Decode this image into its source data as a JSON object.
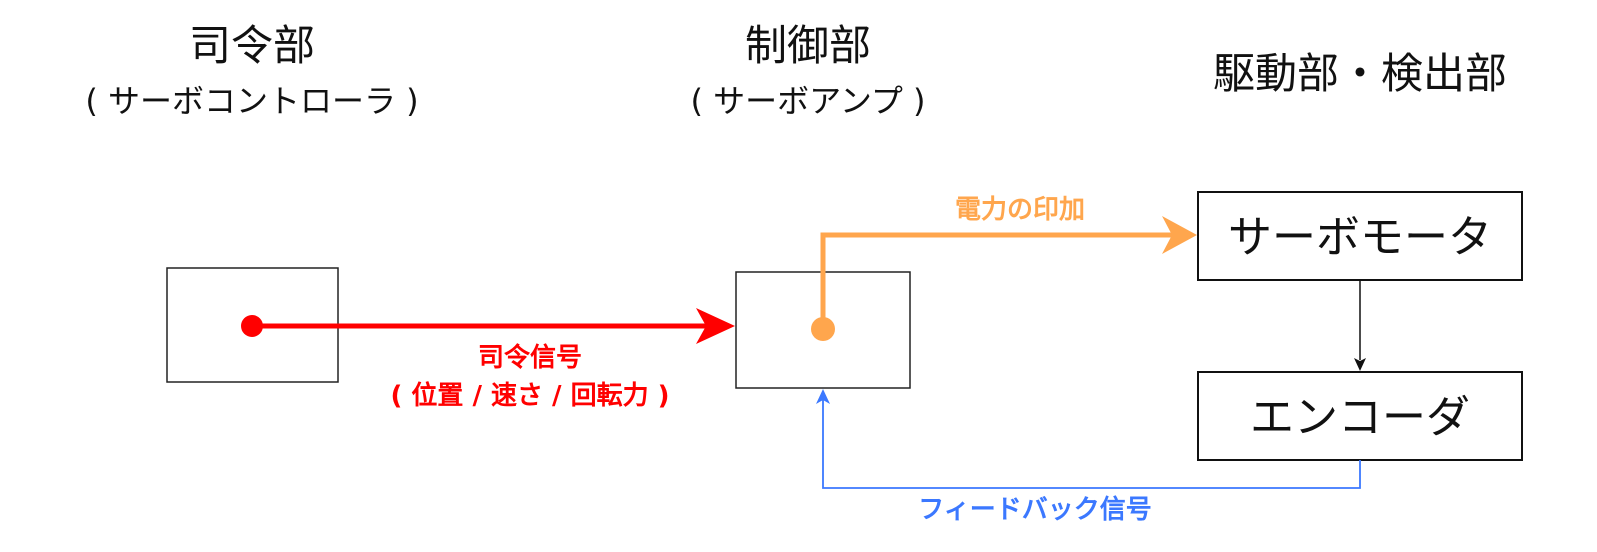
{
  "sections": {
    "command": {
      "title": "司令部",
      "subtitle": "( サーボコントローラ )"
    },
    "control": {
      "title": "制御部",
      "subtitle": "( サーボアンプ )"
    },
    "drive": {
      "title": "駆動部・検出部"
    }
  },
  "nodes": {
    "servo_motor": "サーボモータ",
    "encoder": "エンコーダ"
  },
  "edges": {
    "command_signal": {
      "line1": "司令信号",
      "line2": "( 位置 / 速さ / 回転力 )",
      "color": "#ff0000"
    },
    "power": {
      "label": "電力の印加",
      "color": "#ffa64d"
    },
    "feedback": {
      "label": "フィードバック信号",
      "color": "#3b78ff"
    }
  }
}
